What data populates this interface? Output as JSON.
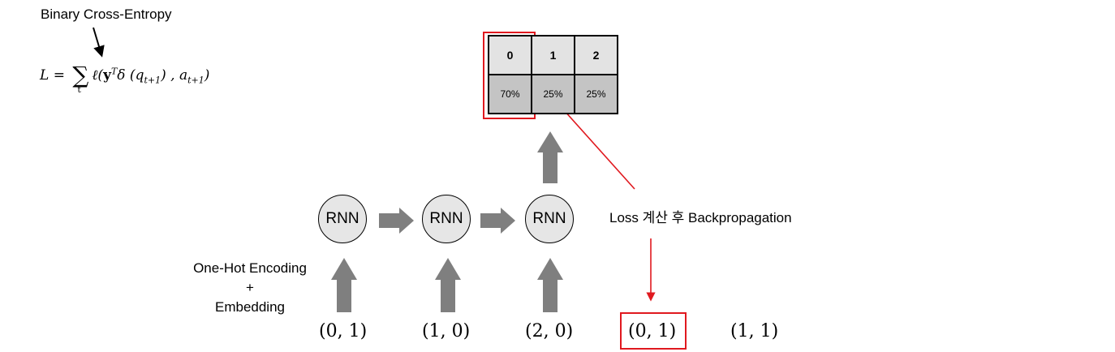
{
  "loss_label": "Binary Cross-Entropy",
  "formula": {
    "lhs": "L = ",
    "sum": "∑",
    "sub": "t",
    "body_a": "ℓ(",
    "y": "y",
    "sup": "T",
    "body_b": "δ (q",
    "sub_q": "t+1",
    "body_c": ") , a",
    "sub_a": "t+1",
    "body_d": ")"
  },
  "output_table": {
    "headers": [
      "0",
      "1",
      "2"
    ],
    "values": [
      "70%",
      "25%",
      "25%"
    ],
    "highlight_col": 0
  },
  "rnn_cells": [
    "RNN",
    "RNN",
    "RNN"
  ],
  "encoding_label": {
    "line1": "One-Hot Encoding",
    "line2": "+",
    "line3": "Embedding"
  },
  "backprop_label": "Loss 계산 후 Backpropagation",
  "inputs": [
    "(0, 1)",
    "(1, 0)",
    "(2, 0)",
    "(0, 1)",
    "(1, 1)"
  ],
  "highlighted_input_index": 3,
  "colors": {
    "arrow_gray": "#7f7f7f",
    "highlight_red": "#e0191f",
    "cell_fill": "#e6e6e6"
  }
}
